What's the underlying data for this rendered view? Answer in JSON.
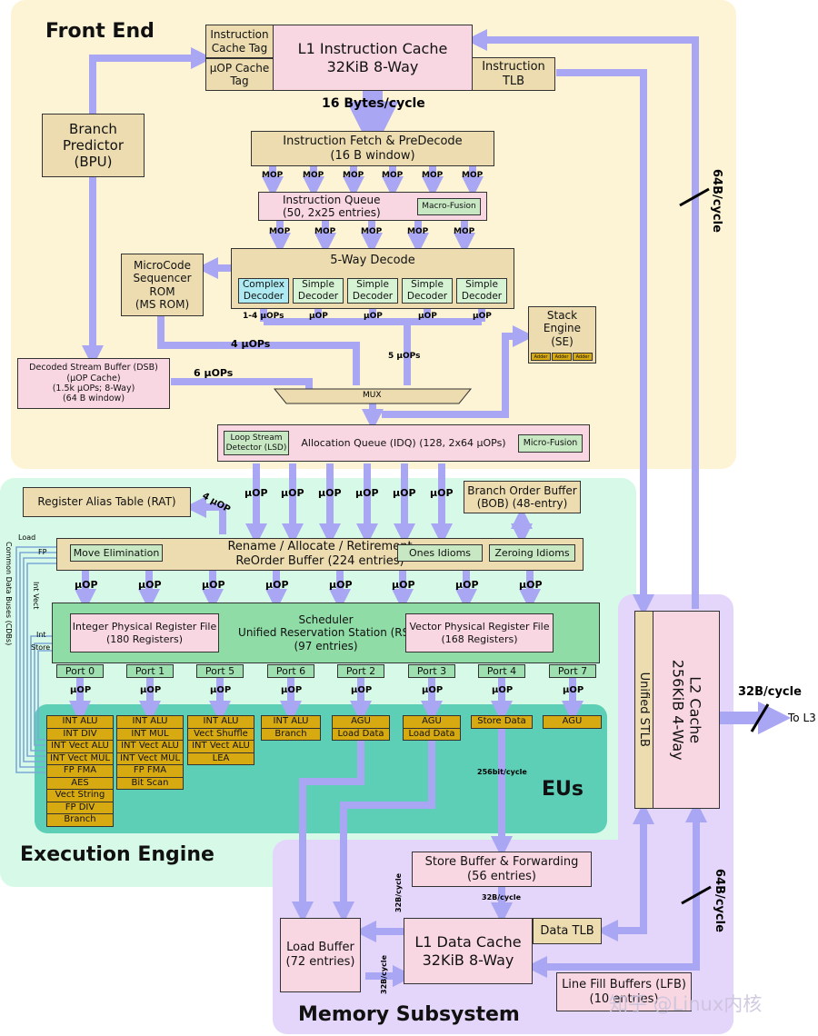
{
  "regions": {
    "front_end": "Front End",
    "execution_engine": "Execution Engine",
    "eus": "EUs",
    "memory_subsystem": "Memory Subsystem"
  },
  "front_end": {
    "icache_tag": "Instruction Cache Tag",
    "uop_cache_tag": "µOP Cache Tag",
    "l1i_title": "L1 Instruction Cache",
    "l1i_size": "32KiB 8-Way",
    "itlb": "Instruction TLB",
    "fetch_bw": "16 Bytes/cycle",
    "bpu_title": "Branch Predictor",
    "bpu_abbr": "(BPU)",
    "fetch_title": "Instruction Fetch & PreDecode",
    "fetch_sub": "(16 B window)",
    "mop": "MOP",
    "iq_title": "Instruction Queue",
    "iq_sub": "(50, 2x25 entries)",
    "macro_fusion": "Macro-Fusion",
    "msrom_title": "MicroCode Sequencer ROM",
    "msrom_sub": "(MS ROM)",
    "decode_title": "5-Way Decode",
    "complex_decoder": "Complex Decoder",
    "simple_decoder": "Simple Decoder",
    "uops_1_4": "1-4 µOPs",
    "uop": "µOP",
    "uops_4": "4 µOPs",
    "uops_5": "5 µOPs",
    "uops_6": "6 µOPs",
    "stack_title": "Stack Engine",
    "stack_abbr": "(SE)",
    "adder": "Adder",
    "dsb_title": "Decoded Stream Buffer (DSB)",
    "dsb_sub1": "(µOP Cache)",
    "dsb_sub2": "(1.5k µOPs; 8-Way)",
    "dsb_sub3": "(64 B window)",
    "mux": "MUX",
    "lsd": "Loop Stream Detector (LSD)",
    "idq": "Allocation Queue (IDQ) (128, 2x64 µOPs)",
    "micro_fusion": "Micro-Fusion",
    "bw_64b": "64B/cycle"
  },
  "exec": {
    "rat": "Register Alias Table (RAT)",
    "uop_4": "4 µOP",
    "uop": "µOP",
    "bob_title": "Branch Order Buffer",
    "bob_sub": "(BOB) (48-entry)",
    "move_elim": "Move Elimination",
    "rob_title": "Rename / Allocate / Retirement",
    "rob_sub": "ReOrder Buffer (224 entries)",
    "ones_idioms": "Ones Idioms",
    "zeroing_idioms": "Zeroing Idioms",
    "cdb": "Common Data Buses (CDBs)",
    "bus_load": "Load",
    "bus_fp": "FP",
    "bus_int_vect": "Int Vect",
    "bus_int": "Int",
    "bus_store": "Store",
    "int_prf_title": "Integer Physical Register File",
    "int_prf_sub": "(180 Registers)",
    "sched_title": "Scheduler",
    "sched_sub": "Unified Reservation Station (RS)",
    "sched_sub2": "(97 entries)",
    "vec_prf_title": "Vector Physical Register File",
    "vec_prf_sub": "(168 Registers)",
    "ports": [
      "Port 0",
      "Port 1",
      "Port 5",
      "Port 6",
      "Port 2",
      "Port 3",
      "Port 4",
      "Port 7"
    ],
    "eus": [
      [
        "INT ALU",
        "INT DIV",
        "INT Vect ALU",
        "INT Vect MUL",
        "FP FMA",
        "AES",
        "Vect String",
        "FP DIV",
        "Branch"
      ],
      [
        "INT ALU",
        "INT MUL",
        "INT Vect ALU",
        "INT Vect MUL",
        "FP FMA",
        "Bit Scan"
      ],
      [
        "INT ALU",
        "Vect Shuffle",
        "INT Vect ALU",
        "LEA"
      ],
      [
        "INT ALU",
        "Branch"
      ],
      [
        "AGU",
        "Load Data"
      ],
      [
        "AGU",
        "Load Data"
      ],
      [
        "Store Data"
      ],
      [
        "AGU"
      ]
    ],
    "bw_256bit": "256bit/cycle"
  },
  "memory": {
    "stlb": "Unified STLB",
    "l2_title": "L2 Cache",
    "l2_size": "256KiB 4-Way",
    "bw_32b": "32B/cycle",
    "to_l3": "To L3",
    "sb_title": "Store Buffer & Forwarding",
    "sb_sub": "(56 entries)",
    "bw_32b_small": "32B/cycle",
    "lb_title": "Load Buffer",
    "lb_sub": "(72 entries)",
    "l1d_title": "L1 Data Cache",
    "l1d_size": "32KiB 8-Way",
    "dtlb": "Data TLB",
    "lfb_title": "Line Fill Buffers (LFB)",
    "lfb_sub": "(10 entries)",
    "bw_64b": "64B/cycle"
  },
  "watermark": "知乎 @Linux内核",
  "colors": {
    "front_end_bg": "#fdf4d6",
    "exec_bg": "#d7fae8",
    "eus_bg": "#5ccfb6",
    "memory_bg": "#e4d6fa",
    "arrow": "#a9a6f4",
    "bus": "#7da8d8"
  }
}
